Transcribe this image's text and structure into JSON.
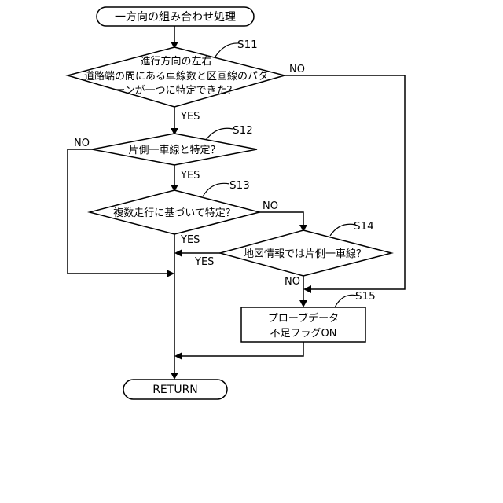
{
  "start": {
    "text": "一方向の組み合わせ処理"
  },
  "end": {
    "text": "RETURN"
  },
  "s11": {
    "id": "S11",
    "lines": [
      "進行方向の左右",
      "道路端の間にある車線数と区画線のパタ",
      "ーンが一つに特定できた？"
    ],
    "yes": "YES",
    "no": "NO"
  },
  "s12": {
    "id": "S12",
    "text": "片側一車線と特定？",
    "yes": "YES",
    "no": "NO"
  },
  "s13": {
    "id": "S13",
    "text": "複数走行に基づいて特定？",
    "yes": "YES",
    "no": "NO"
  },
  "s14": {
    "id": "S14",
    "text": "地図情報では片側一車線？",
    "yes": "YES",
    "no": "NO"
  },
  "s15": {
    "id": "S15",
    "lines": [
      "プローブデータ",
      "不足フラグON"
    ]
  }
}
